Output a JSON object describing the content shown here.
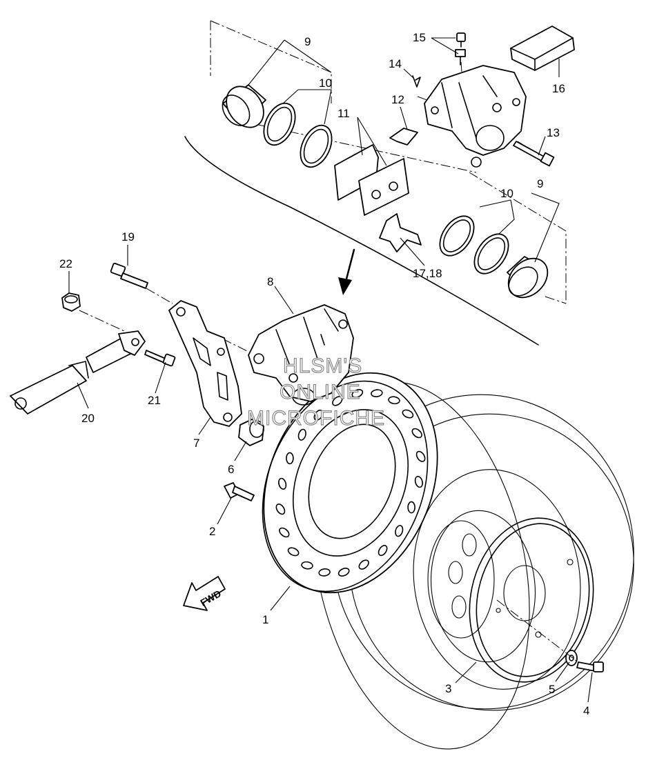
{
  "callouts": {
    "c1": "1",
    "c2": "2",
    "c3": "3",
    "c4": "4",
    "c5": "5",
    "c6": "6",
    "c7": "7",
    "c8": "8",
    "c9a": "9",
    "c9b": "9",
    "c10a": "10",
    "c10b": "10",
    "c11": "11",
    "c12": "12",
    "c13": "13",
    "c14": "14",
    "c15": "15",
    "c16": "16",
    "c17": "17,18",
    "c19": "19",
    "c20": "20",
    "c21": "21",
    "c22": "22"
  },
  "direction_marker": "FWD",
  "watermark": {
    "line1": "HLSM'S",
    "line2": "ONLINE",
    "line3": "MICROFICHE"
  }
}
